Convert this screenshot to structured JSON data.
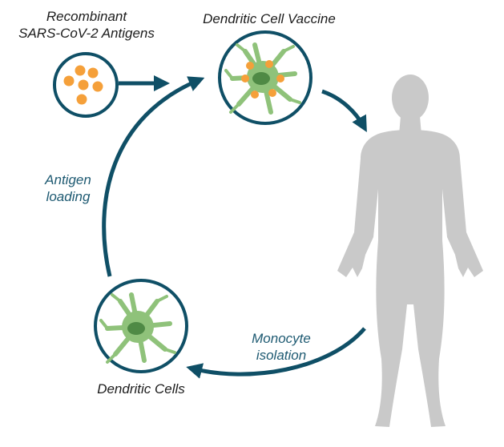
{
  "diagram": {
    "antigens": {
      "label_line1": "Recombinant",
      "label_line2": "SARS-CoV-2 Antigens"
    },
    "vaccine": {
      "label": "Dendritic Cell Vaccine"
    },
    "dendritic_cells": {
      "label": "Dendritic Cells"
    },
    "antigen_loading": {
      "label_line1": "Antigen",
      "label_line2": "loading"
    },
    "monocyte_isolation": {
      "label_line1": "Monocyte",
      "label_line2": "isolation"
    }
  },
  "colors": {
    "teal": "#0f4f66",
    "label_teal": "#1e5a72",
    "antigen_orange": "#f5a03a",
    "cell_green": "#8fc27a",
    "cell_dark_green": "#4f8a45",
    "body_gray": "#c9c9c9"
  }
}
